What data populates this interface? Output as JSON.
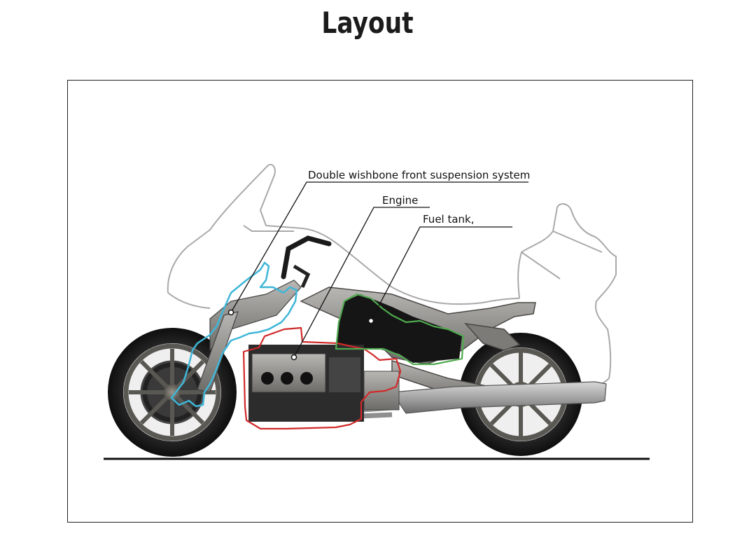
{
  "title": "Layout",
  "callouts": {
    "front_suspension": "Double wishbone front suspension system",
    "engine": "Engine",
    "fuel_tank": "Fuel tank,"
  },
  "colors": {
    "suspension_outline": "#3fb6d8",
    "engine_outline": "#d12a2a",
    "fuel_tank_outline": "#4faa4f",
    "body_outline": "#a9a9a9"
  }
}
